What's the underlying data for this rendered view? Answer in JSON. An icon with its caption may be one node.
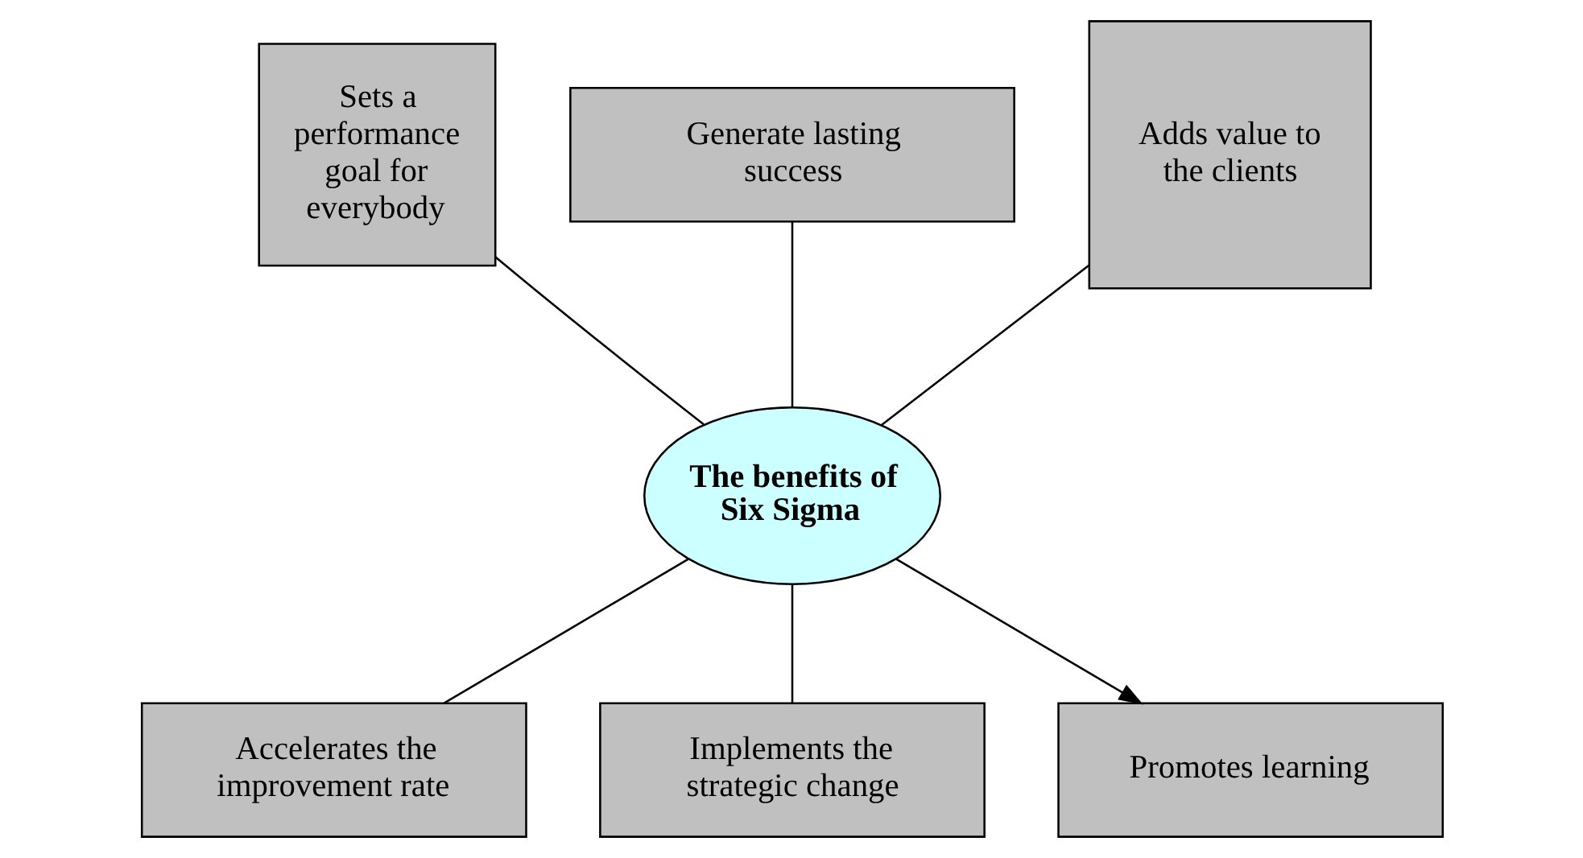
{
  "diagram": {
    "nodes": [
      {
        "text": [
          "Sets a performance goal for everybody"
        ]
      },
      {
        "text": [
          "Generate lasting success"
        ]
      },
      {
        "text": [
          "Adds value to the clients"
        ]
      },
      {
        "text": [
          "The benefits of Six Sigma"
        ]
      },
      {
        "text": [
          "Accelerates the improvement rate"
        ]
      },
      {
        "text": [
          "Implements the strategic change"
        ]
      },
      {
        "text": [
          "Promotes learning"
        ]
      }
    ],
    "edges": [
      {
        "from": 3,
        "to": 0,
        "arrow": "none"
      },
      {
        "from": 3,
        "to": 1,
        "arrow": "none"
      },
      {
        "from": 3,
        "to": 2,
        "arrow": "none"
      },
      {
        "from": 3,
        "to": 4,
        "arrow": "none"
      },
      {
        "from": 3,
        "to": 5,
        "arrow": "none"
      },
      {
        "from": 3,
        "to": 6,
        "arrow": "to"
      }
    ]
  }
}
